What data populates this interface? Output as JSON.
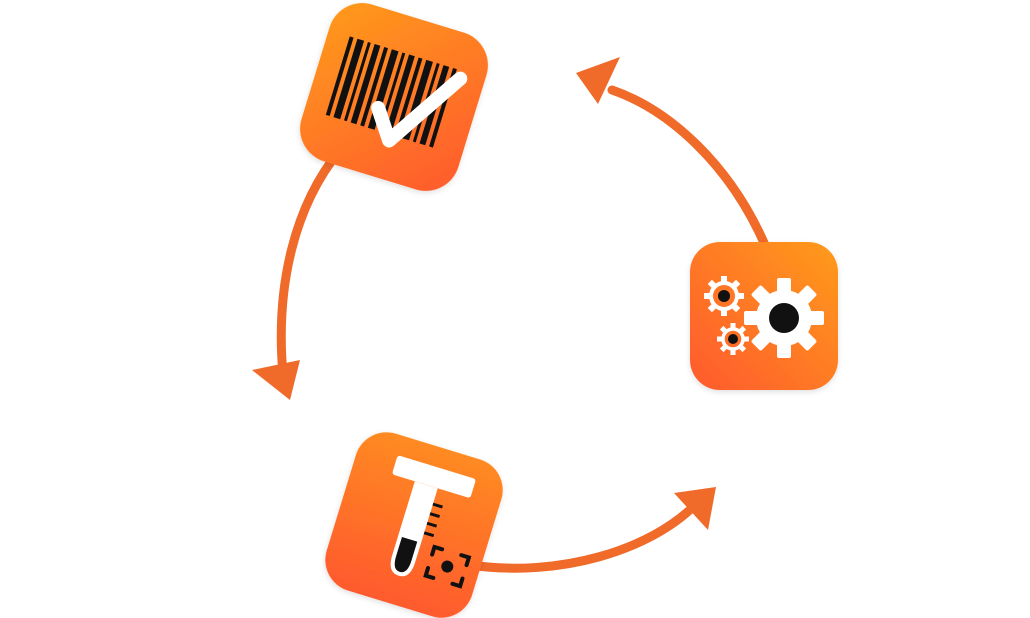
{
  "diagram": {
    "type": "cycle",
    "nodes": [
      {
        "id": "barcode-check-app",
        "icon": "barcode-checkmark-icon"
      },
      {
        "id": "test-tube-app",
        "icon": "test-tube-scan-icon"
      },
      {
        "id": "settings-app",
        "icon": "gears-icon"
      }
    ],
    "edges": [
      {
        "from": "barcode-check-app",
        "to": "test-tube-app"
      },
      {
        "from": "test-tube-app",
        "to": "settings-app"
      },
      {
        "from": "settings-app",
        "to": "barcode-check-app"
      }
    ],
    "colors": {
      "arrow": "#f06a2a",
      "tile_light": "#ff9a1a",
      "tile_dark": "#ff5a2e",
      "glyph_dark": "#111111",
      "glyph_light": "#ffffff"
    }
  }
}
